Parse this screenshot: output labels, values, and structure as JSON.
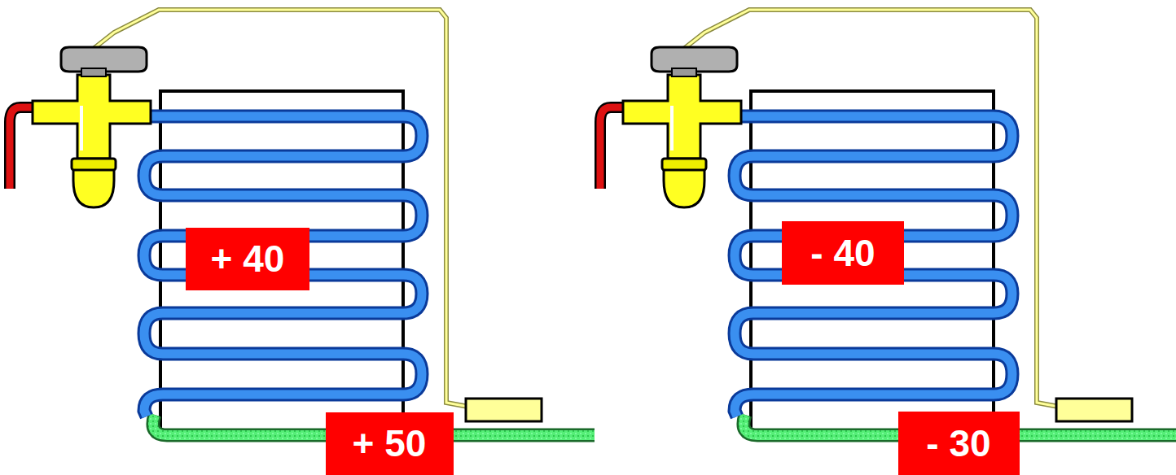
{
  "diagram": {
    "nodes": [
      {
        "text": [
          "+ 40"
        ]
      },
      {
        "text": [
          "+ 50"
        ]
      },
      {
        "text": [
          "- 40"
        ]
      },
      {
        "text": [
          "- 30"
        ]
      }
    ]
  }
}
